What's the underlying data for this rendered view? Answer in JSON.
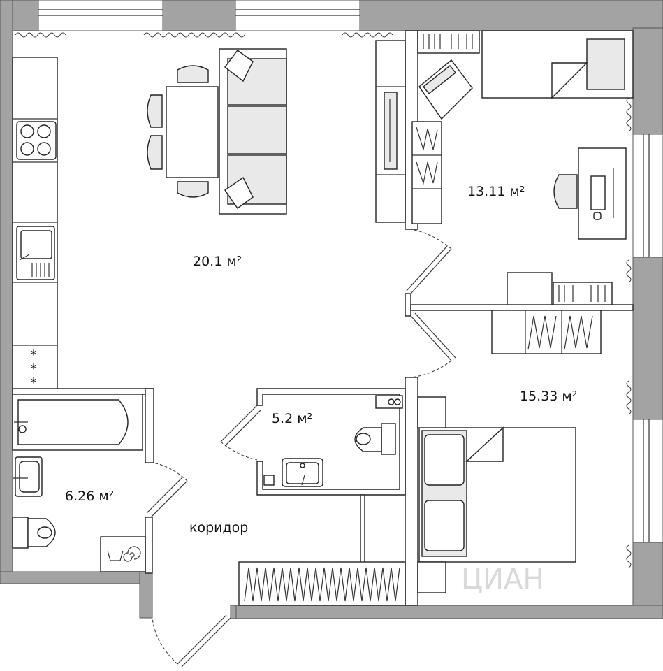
{
  "rooms": {
    "living_kitchen": {
      "area": "20.1 м²"
    },
    "bedroom_small": {
      "area": "13.11 м²"
    },
    "bedroom_large": {
      "area": "15.33 м²"
    },
    "wc": {
      "area": "5.2 м²"
    },
    "bathroom": {
      "area": "6.26 м²"
    },
    "corridor": {
      "label": "коридор"
    }
  },
  "watermark": {
    "text": "ЦИАН"
  },
  "colors": {
    "wall": "#a3a3a3",
    "line": "#222222",
    "fill_grey": "#e9e9e9"
  }
}
